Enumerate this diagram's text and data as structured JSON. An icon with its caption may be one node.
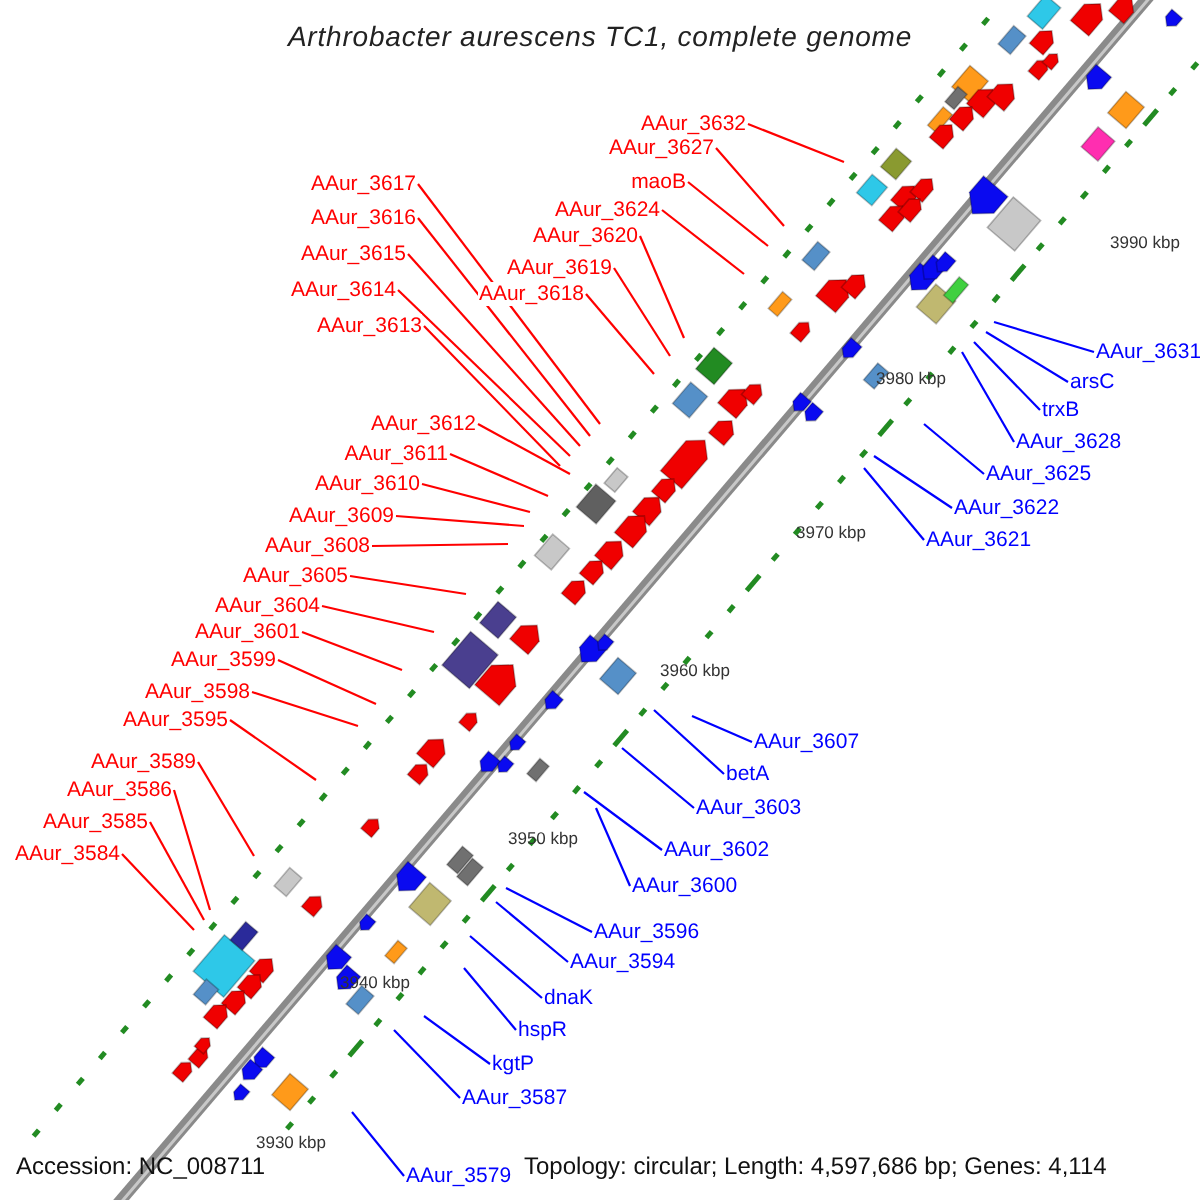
{
  "diagram": {
    "title": "Arthrobacter aurescens TC1, complete genome",
    "nodes": [
      {
        "text": [
          "AAur_3632"
        ]
      },
      {
        "text": [
          "AAur_3627"
        ]
      },
      {
        "text": [
          "maoB"
        ]
      },
      {
        "text": [
          "AAur_3617"
        ]
      },
      {
        "text": [
          "AAur_3624"
        ]
      },
      {
        "text": [
          "AAur_3616"
        ]
      },
      {
        "text": [
          "AAur_3620"
        ]
      },
      {
        "text": [
          "AAur_3615"
        ]
      },
      {
        "text": [
          "AAur_3619"
        ]
      },
      {
        "text": [
          "AAur_3614"
        ]
      },
      {
        "text": [
          "AAur_3618"
        ]
      },
      {
        "text": [
          "AAur_3613"
        ]
      },
      {
        "text": [
          "AAur_3631"
        ]
      },
      {
        "text": [
          "arsC"
        ]
      },
      {
        "text": [
          "trxB"
        ]
      },
      {
        "text": [
          "AAur_3612"
        ]
      },
      {
        "text": [
          "AAur_3628"
        ]
      },
      {
        "text": [
          "AAur_3611"
        ]
      },
      {
        "text": [
          "AAur_3625"
        ]
      },
      {
        "text": [
          "AAur_3610"
        ]
      },
      {
        "text": [
          "AAur_3622"
        ]
      },
      {
        "text": [
          "AAur_3609"
        ]
      },
      {
        "text": [
          "AAur_3621"
        ]
      },
      {
        "text": [
          "AAur_3608"
        ]
      },
      {
        "text": [
          "AAur_3605"
        ]
      },
      {
        "text": [
          "AAur_3604"
        ]
      },
      {
        "text": [
          "AAur_3601"
        ]
      },
      {
        "text": [
          "AAur_3599"
        ]
      },
      {
        "text": [
          "AAur_3598"
        ]
      },
      {
        "text": [
          "AAur_3595"
        ]
      },
      {
        "text": [
          "AAur_3607"
        ]
      },
      {
        "text": [
          "AAur_3589"
        ]
      },
      {
        "text": [
          "betA"
        ]
      },
      {
        "text": [
          "AAur_3586"
        ]
      },
      {
        "text": [
          "AAur_3603"
        ]
      },
      {
        "text": [
          "AAur_3585"
        ]
      },
      {
        "text": [
          "AAur_3602"
        ]
      },
      {
        "text": [
          "AAur_3584"
        ]
      },
      {
        "text": [
          "AAur_3600"
        ]
      },
      {
        "text": [
          "AAur_3596"
        ]
      },
      {
        "text": [
          "AAur_3594"
        ]
      },
      {
        "text": [
          "dnaK"
        ]
      },
      {
        "text": [
          "hspR"
        ]
      },
      {
        "text": [
          "kgtP"
        ]
      },
      {
        "text": [
          "AAur_3587"
        ]
      },
      {
        "text": [
          "AAur_3579"
        ]
      }
    ],
    "edges": [
      {
        "from": 0,
        "to": null,
        "arrow": "none"
      },
      {
        "from": 1,
        "to": null,
        "arrow": "none"
      },
      {
        "from": 2,
        "to": null,
        "arrow": "none"
      },
      {
        "from": 3,
        "to": null,
        "arrow": "none"
      },
      {
        "from": 4,
        "to": null,
        "arrow": "none"
      },
      {
        "from": 5,
        "to": null,
        "arrow": "none"
      },
      {
        "from": 6,
        "to": null,
        "arrow": "none"
      },
      {
        "from": 7,
        "to": null,
        "arrow": "none"
      },
      {
        "from": 8,
        "to": null,
        "arrow": "none"
      },
      {
        "from": 9,
        "to": null,
        "arrow": "none"
      },
      {
        "from": 10,
        "to": null,
        "arrow": "none"
      },
      {
        "from": 11,
        "to": null,
        "arrow": "none"
      },
      {
        "from": 12,
        "to": null,
        "arrow": "none",
        "color": "#0000ff"
      },
      {
        "from": 13,
        "to": null,
        "arrow": "none",
        "color": "#0000ff"
      },
      {
        "from": 14,
        "to": null,
        "arrow": "none",
        "color": "#0000ff"
      },
      {
        "from": 15,
        "to": null,
        "arrow": "none"
      },
      {
        "from": 16,
        "to": null,
        "arrow": "none",
        "color": "#0000ff"
      },
      {
        "from": 17,
        "to": null,
        "arrow": "none"
      },
      {
        "from": 18,
        "to": null,
        "arrow": "none",
        "color": "#0000ff"
      },
      {
        "from": 19,
        "to": null,
        "arrow": "none"
      },
      {
        "from": 20,
        "to": null,
        "arrow": "none",
        "color": "#0000ff"
      },
      {
        "from": 21,
        "to": null,
        "arrow": "none"
      },
      {
        "from": 22,
        "to": null,
        "arrow": "none",
        "color": "#0000ff"
      },
      {
        "from": 23,
        "to": null,
        "arrow": "none"
      },
      {
        "from": 24,
        "to": null,
        "arrow": "none"
      },
      {
        "from": 25,
        "to": null,
        "arrow": "none"
      },
      {
        "from": 26,
        "to": null,
        "arrow": "none"
      },
      {
        "from": 27,
        "to": null,
        "arrow": "none"
      },
      {
        "from": 28,
        "to": null,
        "arrow": "none"
      },
      {
        "from": 29,
        "to": null,
        "arrow": "none"
      },
      {
        "from": 30,
        "to": null,
        "arrow": "none",
        "color": "#0000ff"
      },
      {
        "from": 31,
        "to": null,
        "arrow": "none"
      },
      {
        "from": 32,
        "to": null,
        "arrow": "none",
        "color": "#0000ff"
      },
      {
        "from": 33,
        "to": null,
        "arrow": "none"
      },
      {
        "from": 34,
        "to": null,
        "arrow": "none",
        "color": "#0000ff"
      },
      {
        "from": 35,
        "to": null,
        "arrow": "none"
      },
      {
        "from": 36,
        "to": null,
        "arrow": "none",
        "color": "#0000ff"
      },
      {
        "from": 37,
        "to": null,
        "arrow": "none"
      },
      {
        "from": 38,
        "to": null,
        "arrow": "none",
        "color": "#0000ff"
      },
      {
        "from": 39,
        "to": null,
        "arrow": "none",
        "color": "#0000ff"
      },
      {
        "from": 40,
        "to": null,
        "arrow": "none",
        "color": "#0000ff"
      },
      {
        "from": 41,
        "to": null,
        "arrow": "none",
        "color": "#0000ff"
      },
      {
        "from": 42,
        "to": null,
        "arrow": "none",
        "color": "#0000ff"
      },
      {
        "from": 43,
        "to": null,
        "arrow": "none",
        "color": "#0000ff"
      },
      {
        "from": 44,
        "to": null,
        "arrow": "none",
        "color": "#0000ff"
      },
      {
        "from": 45,
        "to": null,
        "arrow": "none",
        "color": "#0000ff"
      }
    ],
    "labels": [
      "3990 kbp",
      "3980 kbp",
      "3970 kbp",
      "3960 kbp",
      "3950 kbp",
      "3940 kbp",
      "3930 kbp",
      "Accession: NC_008711",
      "Topology: circular; Length: 4,597,686 bp; Genes: 4,114"
    ]
  }
}
